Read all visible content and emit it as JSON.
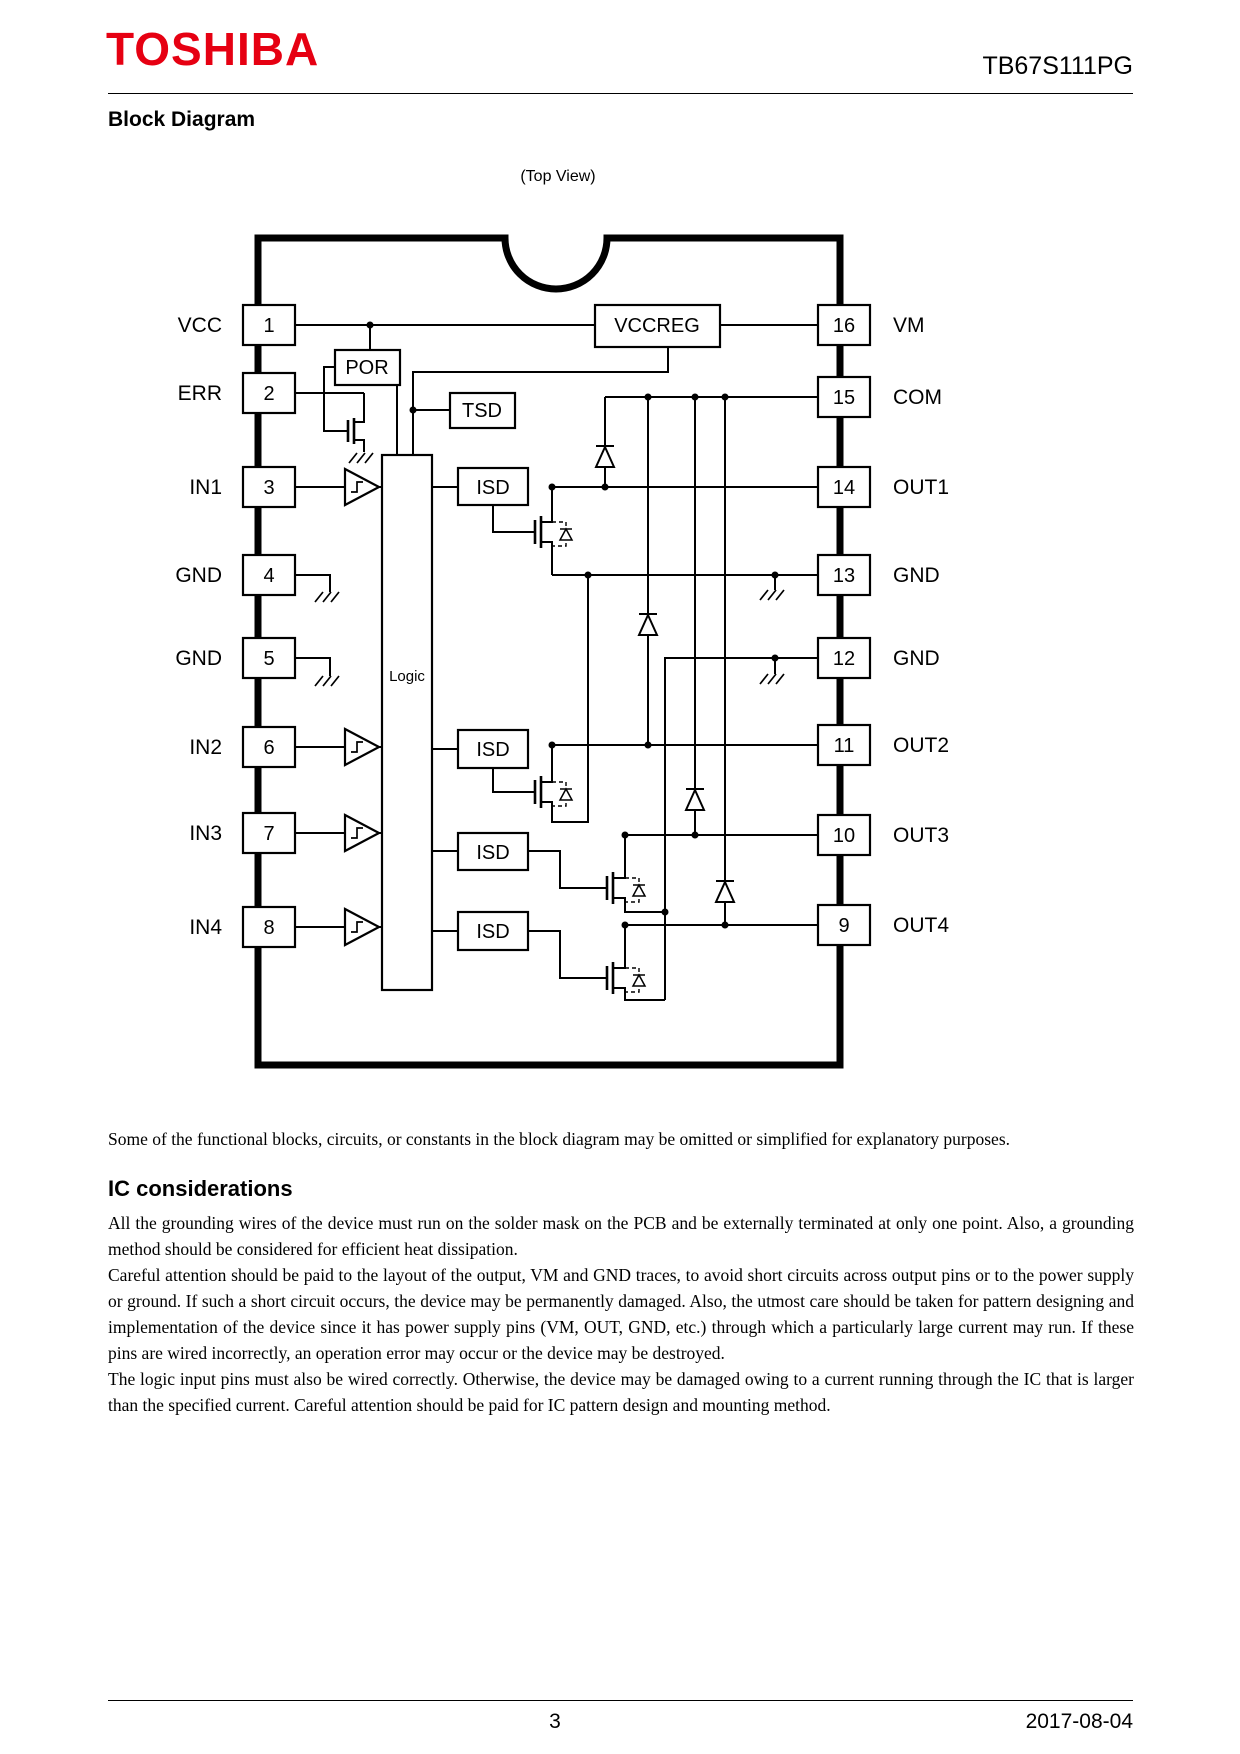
{
  "header": {
    "logo": "TOSHIBA",
    "part_number": "TB67S111PG"
  },
  "block_diagram": {
    "title": "Block Diagram",
    "view_label": "(Top View)",
    "left_pins": [
      {
        "label": "VCC",
        "number": "1"
      },
      {
        "label": "ERR",
        "number": "2"
      },
      {
        "label": "IN1",
        "number": "3"
      },
      {
        "label": "GND",
        "number": "4"
      },
      {
        "label": "GND",
        "number": "5"
      },
      {
        "label": "IN2",
        "number": "6"
      },
      {
        "label": "IN3",
        "number": "7"
      },
      {
        "label": "IN4",
        "number": "8"
      }
    ],
    "right_pins": [
      {
        "label": "VM",
        "number": "16"
      },
      {
        "label": "COM",
        "number": "15"
      },
      {
        "label": "OUT1",
        "number": "14"
      },
      {
        "label": "GND",
        "number": "13"
      },
      {
        "label": "GND",
        "number": "12"
      },
      {
        "label": "OUT2",
        "number": "11"
      },
      {
        "label": "OUT3",
        "number": "10"
      },
      {
        "label": "OUT4",
        "number": "9"
      }
    ],
    "blocks": {
      "vccreg": "VCCREG",
      "por": "POR",
      "tsd": "TSD",
      "logic": "Logic",
      "isd": "ISD"
    }
  },
  "notes": {
    "disclaimer": "Some of the functional blocks, circuits, or constants in the block diagram may be omitted or simplified for explanatory purposes."
  },
  "considerations": {
    "title": "IC considerations",
    "paragraphs": [
      "All the grounding wires of the device must run on the solder mask on the PCB and be externally terminated at only one point. Also, a grounding method should be considered for efficient heat dissipation.",
      "Careful attention should be paid to the layout of the output, VM and GND traces, to avoid short circuits across output pins or to the power supply or ground. If such a short circuit occurs, the device may be permanently damaged. Also, the utmost care should be taken for pattern designing and implementation of the device since it has power supply pins (VM, OUT, GND, etc.) through which a particularly large current may run. If these pins are wired incorrectly, an operation error may occur or the device may be destroyed.",
      "The logic input pins must also be wired correctly. Otherwise, the device may be damaged owing to a current running through the IC that is larger than the specified current. Careful attention should be paid for IC pattern design and mounting method."
    ]
  },
  "footer": {
    "page": "3",
    "date": "2017-08-04"
  },
  "colors": {
    "brand_red": "#e60012"
  }
}
